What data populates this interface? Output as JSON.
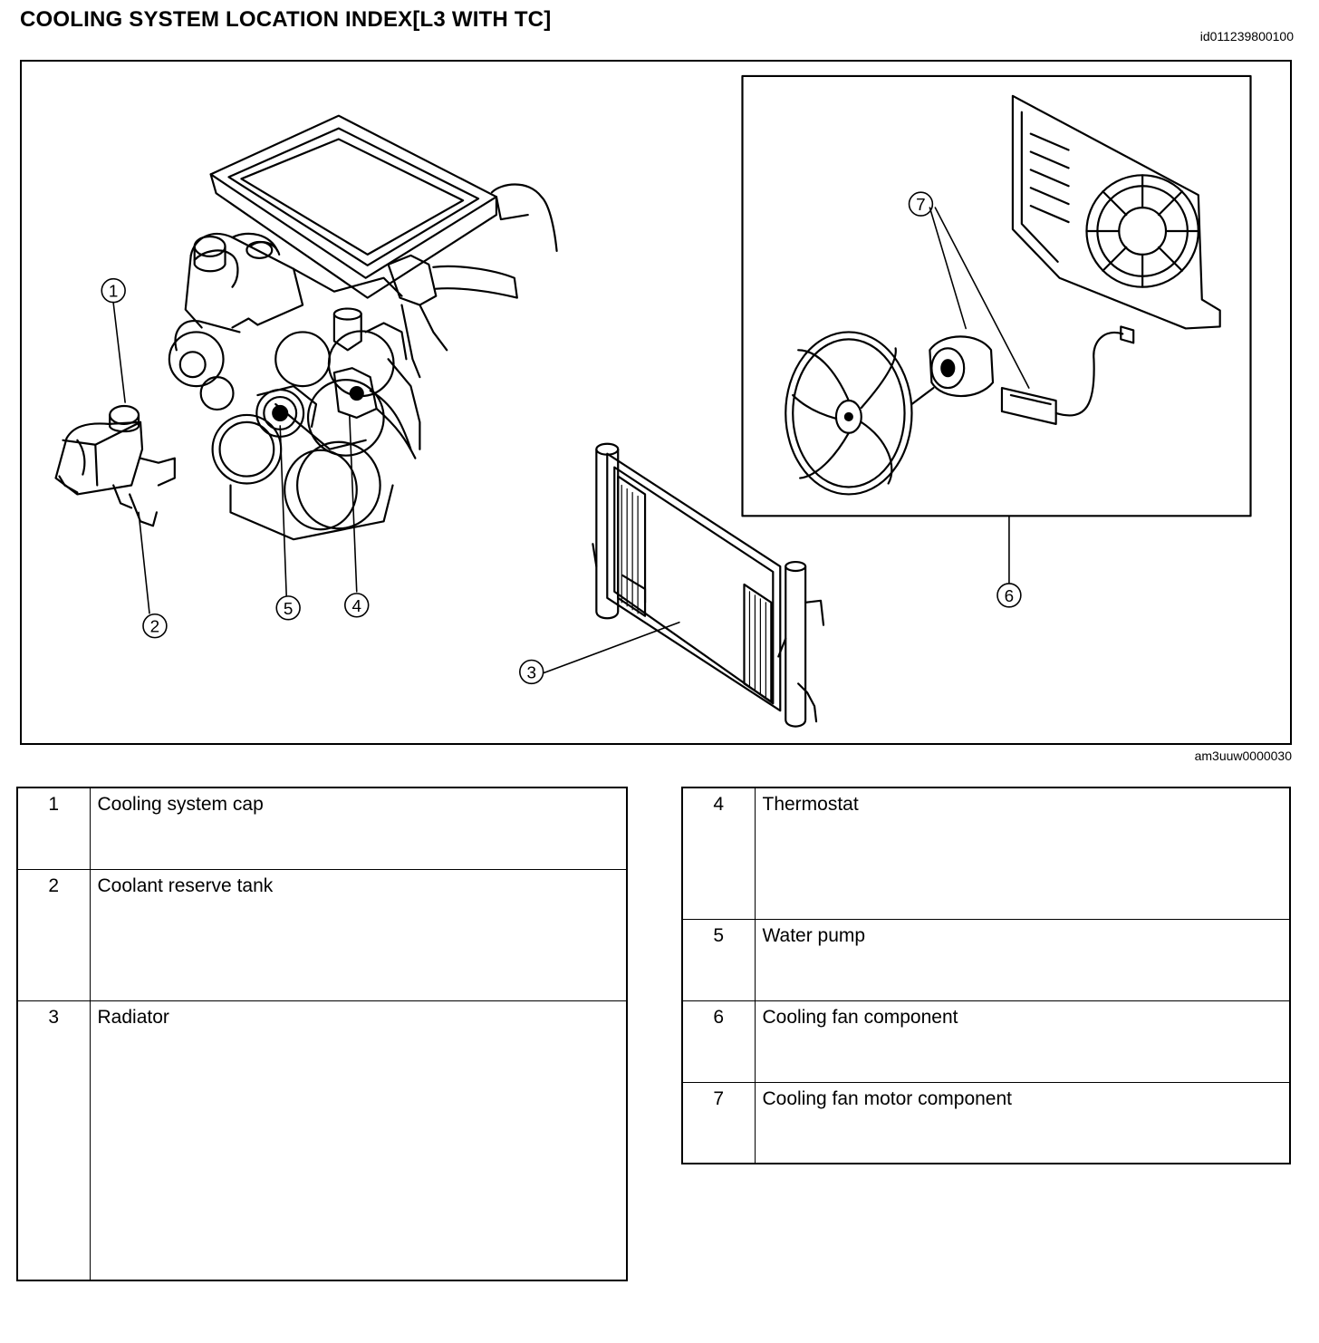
{
  "header": {
    "title": "COOLING SYSTEM LOCATION INDEX[L3 WITH TC]",
    "doc_id": "id011239800100"
  },
  "figure": {
    "figure_id": "am3uuw0000030",
    "callouts": [
      "1",
      "2",
      "3",
      "4",
      "5",
      "6",
      "7"
    ]
  },
  "legend": {
    "left": [
      {
        "num": "1",
        "label": "Cooling system cap"
      },
      {
        "num": "2",
        "label": "Coolant reserve tank"
      },
      {
        "num": "3",
        "label": "Radiator"
      }
    ],
    "right": [
      {
        "num": "4",
        "label": "Thermostat"
      },
      {
        "num": "5",
        "label": "Water pump"
      },
      {
        "num": "6",
        "label": "Cooling fan component"
      },
      {
        "num": "7",
        "label": "Cooling fan motor component"
      }
    ]
  }
}
